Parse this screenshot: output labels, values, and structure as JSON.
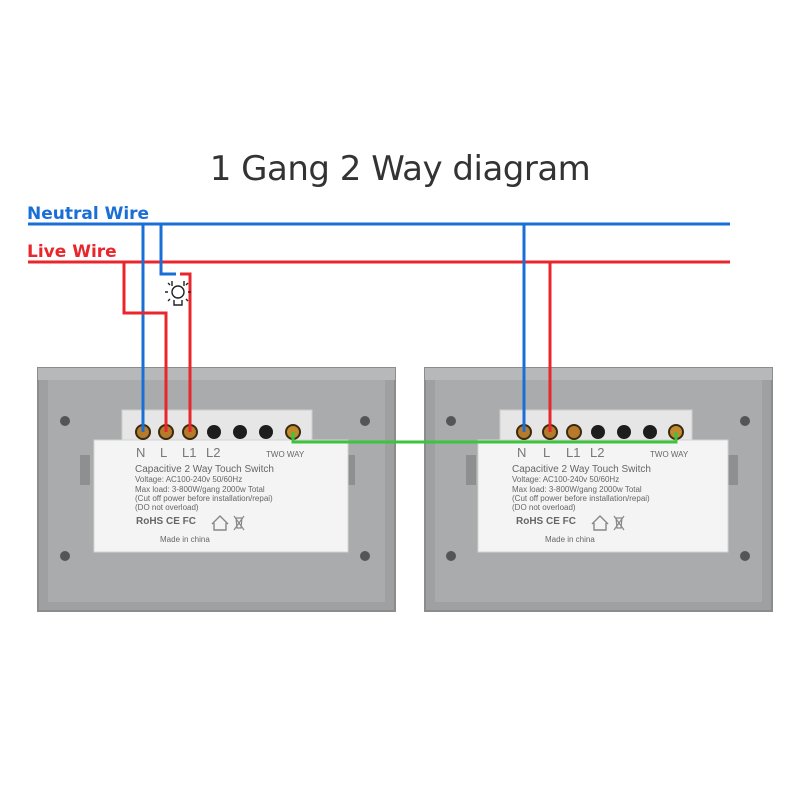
{
  "title": "1 Gang 2 Way diagram",
  "wires": {
    "neutral": {
      "label": "Neutral Wire",
      "color": "#1a6fd6"
    },
    "live": {
      "label": "Live Wire",
      "color": "#e8262b"
    },
    "two_way_link_color": "#3cc43c"
  },
  "switch_left": {
    "terminals": [
      "N",
      "L",
      "L1",
      "L2"
    ],
    "two_way_label": "TWO WAY",
    "product_name": "Capacitive 2 Way Touch Switch",
    "voltage": "Voltage: AC100-240v 50/60Hz",
    "max_load": "Max load: 3-800W/gang 2000w Total",
    "warning": "(Cut off power before installation/repai)",
    "warning2": "(DO not overload)",
    "cert_marks": "RoHS  CE  FC",
    "origin": "Made in china"
  },
  "switch_right": {
    "terminals": [
      "N",
      "L",
      "L1",
      "L2"
    ],
    "two_way_label": "TWO WAY",
    "product_name": "Capacitive 2 Way Touch Switch",
    "voltage": "Voltage: AC100-240v 50/60Hz",
    "max_load": "Max load: 3-800W/gang 2000w Total",
    "warning": "(Cut off power before installation/repai)",
    "warning2": "(DO not overload)",
    "cert_marks": "RoHS  CE  FC",
    "origin": "Made in china"
  }
}
